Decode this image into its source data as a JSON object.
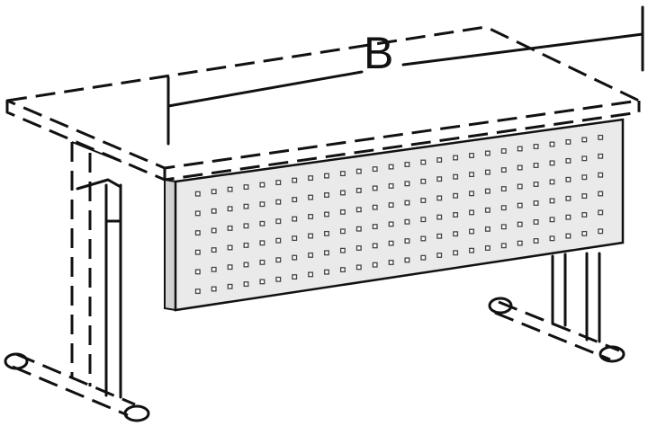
{
  "dimension": {
    "label": "B"
  },
  "colors": {
    "line": "#111111",
    "panel_face": "#eaeaea",
    "panel_edge": "#d2d2d2",
    "background": "#ffffff"
  },
  "modesty_panel": {
    "hole_rows": 6,
    "hole_columns": 26
  }
}
